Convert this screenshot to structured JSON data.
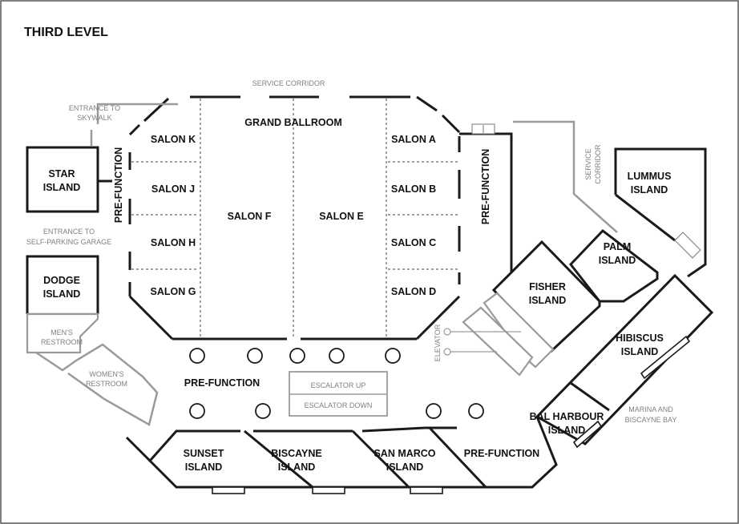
{
  "title": "THIRD LEVEL",
  "labels": {
    "service_corridor_top": "SERVICE CORRIDOR",
    "service_corridor_right": [
      "SERVICE",
      "CORRIDOR"
    ],
    "entrance_skywalk": [
      "ENTRANCE TO",
      "SKYWALK"
    ],
    "entrance_garage": [
      "ENTRANCE TO",
      "SELF-PARKING GARAGE"
    ],
    "grand_ballroom": "GRAND BALLROOM",
    "salon_k": "SALON K",
    "salon_j": "SALON J",
    "salon_h": "SALON H",
    "salon_g": "SALON G",
    "salon_f": "SALON F",
    "salon_e": "SALON E",
    "salon_a": "SALON A",
    "salon_b": "SALON B",
    "salon_c": "SALON C",
    "salon_d": "SALON D",
    "prefunction_left": "PRE-FUNCTION",
    "prefunction_right": "PRE-FUNCTION",
    "prefunction_center": "PRE-FUNCTION",
    "prefunction_bottom": "PRE-FUNCTION",
    "star_island": [
      "STAR",
      "ISLAND"
    ],
    "dodge_island": [
      "DODGE",
      "ISLAND"
    ],
    "mens_restroom": [
      "MEN'S",
      "RESTROOM"
    ],
    "womens_restroom": [
      "WOMEN'S",
      "RESTROOM"
    ],
    "escalator_up": "ESCALATOR UP",
    "escalator_down": "ESCALATOR DOWN",
    "elevator": "ELEVATOR",
    "sunset_island": [
      "SUNSET",
      "ISLAND"
    ],
    "biscayne_island": [
      "BISCAYNE",
      "ISLAND"
    ],
    "san_marco_island": [
      "SAN MARCO",
      "ISLAND"
    ],
    "fisher_island": [
      "FISHER",
      "ISLAND"
    ],
    "palm_island": [
      "PALM",
      "ISLAND"
    ],
    "lummus_island": [
      "LUMMUS",
      "ISLAND"
    ],
    "hibiscus_island": [
      "HIBISCUS",
      "ISLAND"
    ],
    "bal_harbour_island": [
      "BAL HARBOUR",
      "ISLAND"
    ],
    "marina": [
      "MARINA AND",
      "BISCAYNE BAY"
    ]
  }
}
